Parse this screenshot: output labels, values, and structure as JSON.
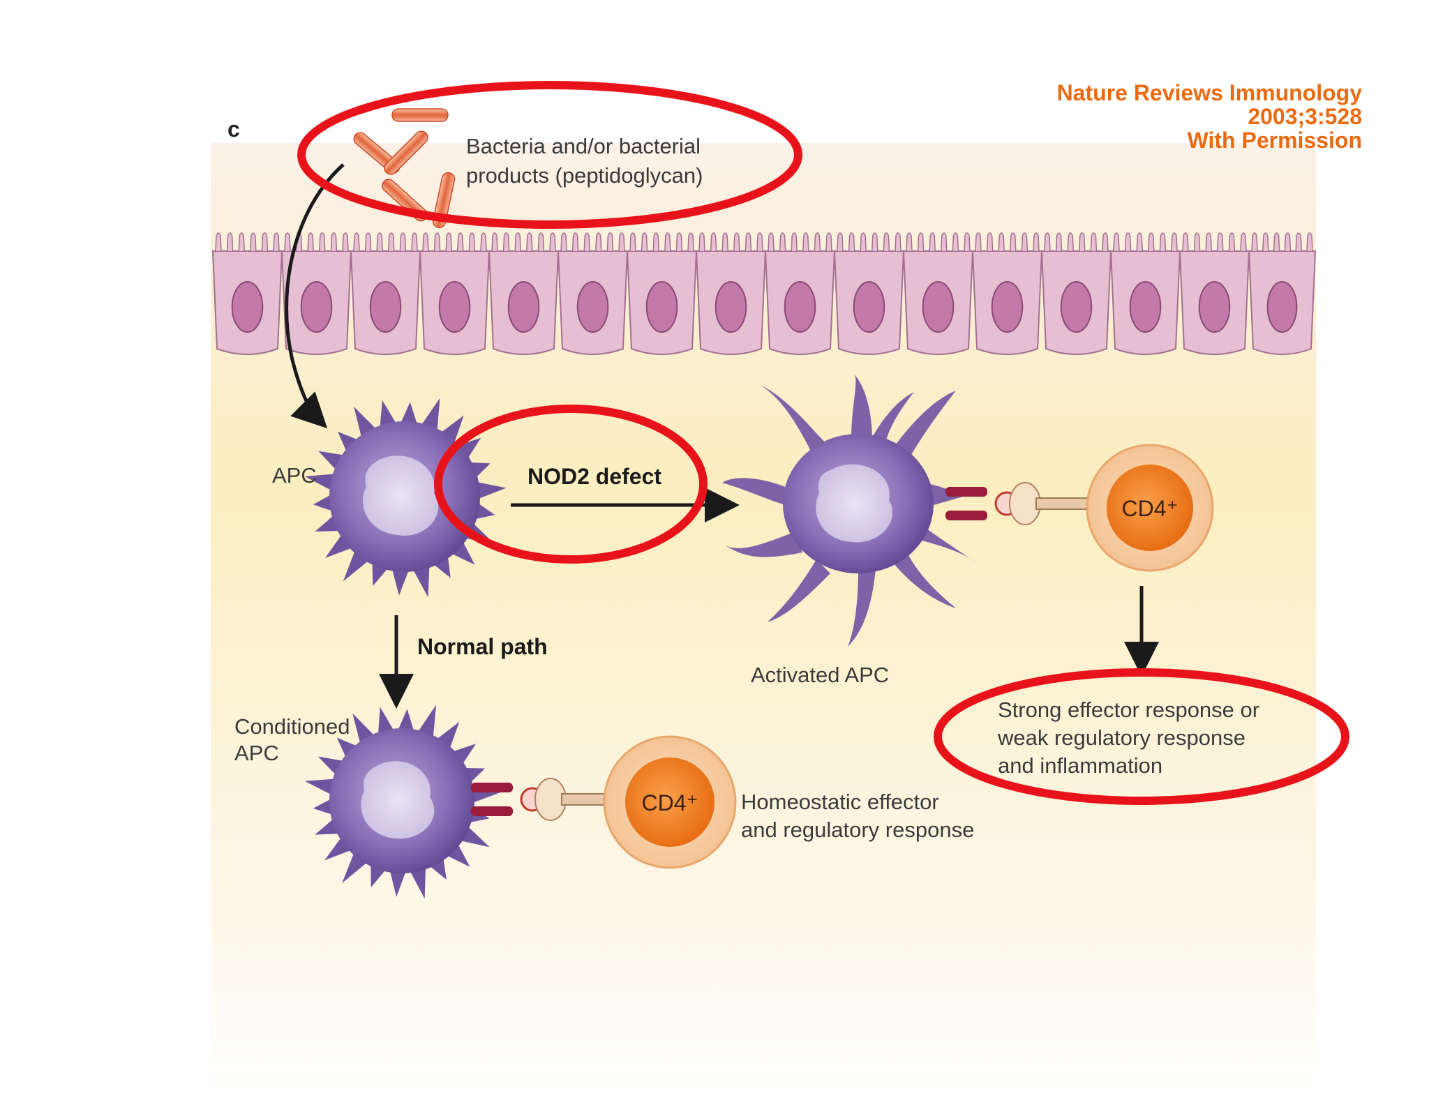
{
  "figure": {
    "panel_letter": "c",
    "citation": {
      "journal": "Nature Reviews Immunology",
      "reference": "2003;3:528",
      "permission": "With Permission"
    },
    "labels": {
      "bacteria": [
        "Bacteria and/or bacterial",
        "products (peptidoglycan)"
      ],
      "apc": "APC",
      "nod2_defect": "NOD2 defect",
      "activated_apc": "Activated APC",
      "normal_path": "Normal path",
      "conditioned_apc": [
        "Conditioned",
        "APC"
      ],
      "cd4_top": "CD4⁺",
      "cd4_bottom": "CD4⁺",
      "outcome_inflammation": [
        "Strong effector response or",
        "weak regulatory response",
        "and inflammation"
      ],
      "outcome_homeostatic": [
        "Homeostatic effector",
        "and regulatory response"
      ]
    },
    "colors": {
      "highlight_ellipse": "#e8131a",
      "citation_text": "#ec6a0f",
      "lamina_propria": "#fbefc4",
      "epithelium": "#e6bfd2",
      "nucleus": "#c37aa8",
      "apc_body": "#7d62a8",
      "cd4_core": "#ef7a1f",
      "bacteria": "#e0623a"
    }
  }
}
